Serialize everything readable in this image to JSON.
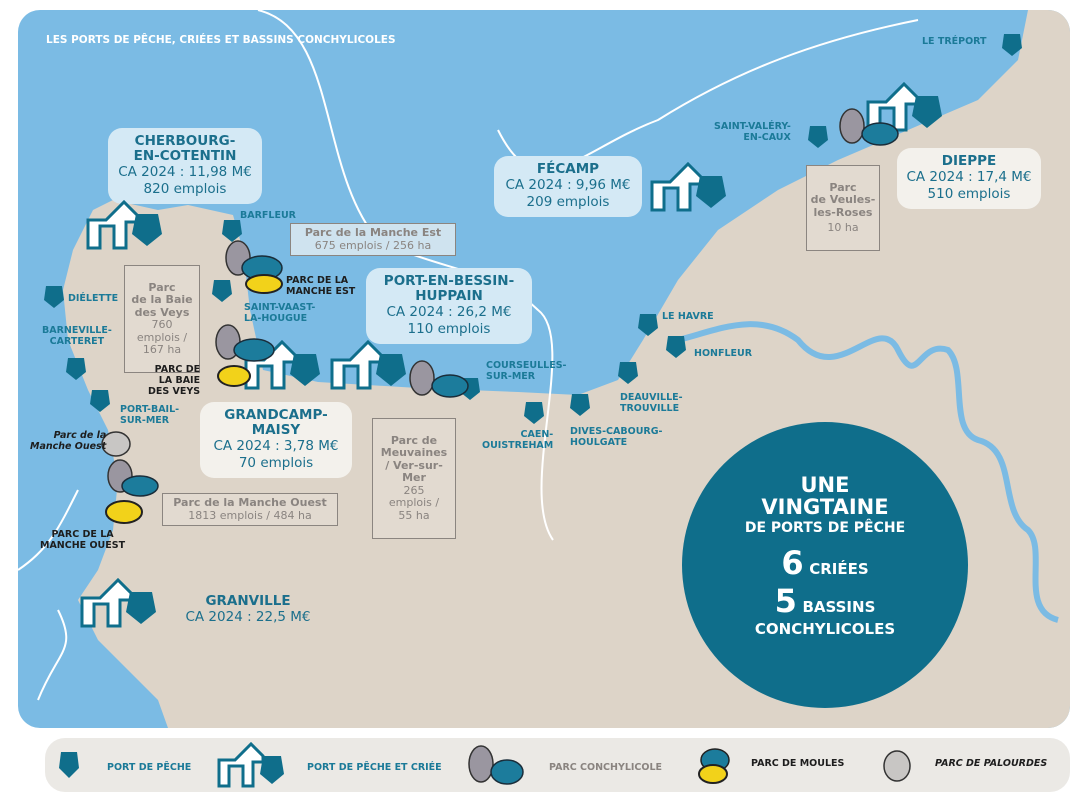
{
  "title": "LES PORTS DE PÊCHE, CRIÉES ET BASSINS CONCHYLICOLES",
  "colors": {
    "sea": "#7bbbe4",
    "land": "#ddd4c8",
    "teal": "#0f6e8b",
    "mussel_yellow": "#f2d21a"
  },
  "criees": [
    {
      "name": "CHERBOURG-\nEN-COTENTIN",
      "ca": "CA 2024 : 11,98 M€",
      "jobs": "820 emplois"
    },
    {
      "name": "FÉCAMP",
      "ca": "CA 2024 : 9,96 M€",
      "jobs": "209 emplois"
    },
    {
      "name": "DIEPPE",
      "ca": "CA 2024 : 17,4 M€",
      "jobs": "510 emplois"
    },
    {
      "name": "PORT-EN-BESSIN-\nHUPPAIN",
      "ca": "CA 2024 : 26,2 M€",
      "jobs": "110 emplois"
    },
    {
      "name": "GRANDCAMP-\nMAISY",
      "ca": "CA 2024 : 3,78 M€",
      "jobs": "70 emplois"
    },
    {
      "name": "GRANVILLE",
      "ca": "CA 2024 : 22,5 M€"
    }
  ],
  "ports": [
    "LE TRÉPORT",
    "SAINT-VALÉRY-\nEN-CAUX",
    "BARFLEUR",
    "DIÉLETTE",
    "BARNEVILLE-\nCARTERET",
    "PORT-BAIL-\nSUR-MER",
    "SAINT-VAAST-\nLA-HOUGUE",
    "COURSEULLES-\nSUR-MER",
    "CAEN-\nOUISTREHAM",
    "DIVES-CABOURG-\nHOULGATE",
    "DEAUVILLE-\nTROUVILLE",
    "LE HAVRE",
    "HONFLEUR"
  ],
  "parcs": [
    {
      "name": "Parc de la Manche Est",
      "info": "675 emplois / 256 ha"
    },
    {
      "name": "Parc\nde la Baie\ndes Veys",
      "info": "760\nemplois /\n167 ha"
    },
    {
      "name": "Parc de la Manche Ouest",
      "info": "1813 emplois / 484 ha"
    },
    {
      "name": "Parc de\nMeuvaines\n/ Ver-sur-\nMer",
      "info": "265\nemplois /\n55 ha"
    },
    {
      "name": "Parc\nde Veules-\nles-Roses",
      "info": "10 ha"
    }
  ],
  "mussel_labels": [
    "PARC DE LA\nMANCHE EST",
    "PARC DE\nLA BAIE\nDES VEYS",
    "PARC DE LA\nMANCHE OUEST"
  ],
  "clam_label": "Parc de la\nManche Ouest",
  "summary": {
    "line1": "UNE",
    "line2": "VINGTAINE",
    "line3": "DE PORTS DE PÊCHE",
    "num1": "6",
    "text1": "CRIÉES",
    "num2": "5",
    "text2": "BASSINS",
    "text3": "CONCHYLICOLES"
  },
  "legend": {
    "port": "PORT DE PÊCHE",
    "criee": "PORT DE PÊCHE ET CRIÉE",
    "conchy": "PARC CONCHYLICOLE",
    "moules": "PARC DE MOULES",
    "palourdes": "PARC DE PALOURDES"
  }
}
